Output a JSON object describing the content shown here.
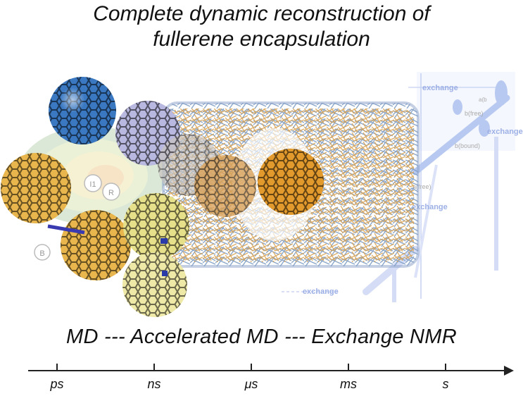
{
  "title": {
    "line1": "Complete dynamic reconstruction of",
    "line2": "fullerene encapsulation"
  },
  "methods_bar": "MD --- Accelerated MD --- Exchange NMR",
  "timeline": {
    "ticks": [
      "ps",
      "ns",
      "μs",
      "ms",
      "s"
    ]
  },
  "nmr_labels": {
    "exchange_top": "exchange",
    "exchange_right": "exchange",
    "exchange_mid": "exchange",
    "exchange_bottom": "exchange",
    "free_top": "b(free)",
    "bound": "b(bound)",
    "free_left": "a(free)",
    "peak_label": "a(b"
  },
  "energy_labels": {
    "i1": "I1",
    "r": "R",
    "b": "B"
  },
  "colors": {
    "blue_fullerene": "#3a78c2",
    "lavender_fullerene": "#b9b8e0",
    "gold_fullerene": "#e8b64c",
    "orange_fullerene": "#e29a2c",
    "pale_yellow_fullerene": "#e6e08a",
    "cage_blue": "#7d9cc4",
    "cage_orange": "#d8a04d",
    "nmr_blue": "#8aa6e8"
  }
}
